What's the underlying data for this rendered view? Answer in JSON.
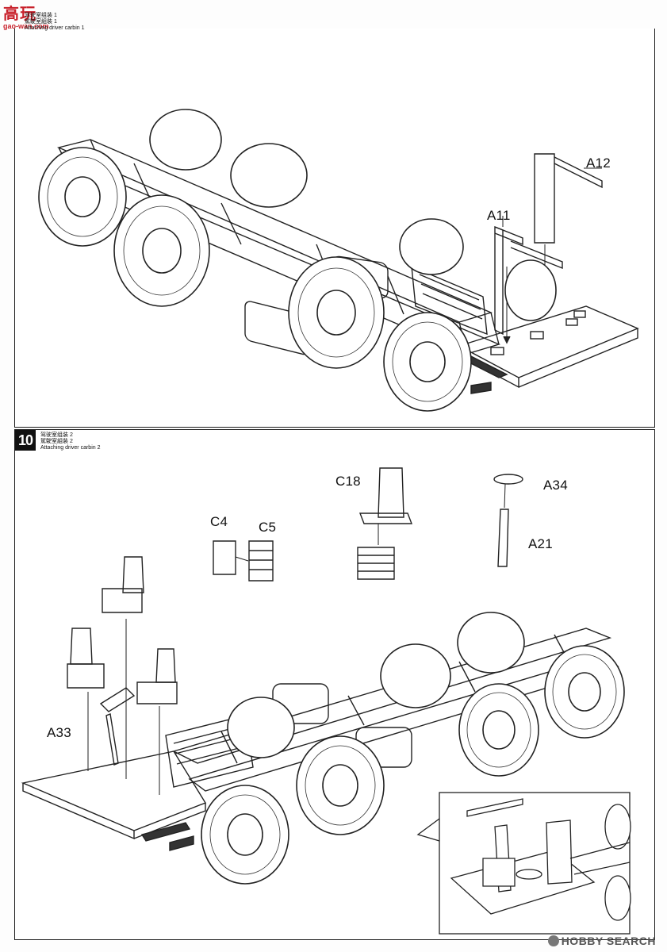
{
  "watermark": {
    "logo_text": "高玩",
    "site": "gao-wan.com"
  },
  "step9": {
    "title_cn1": "驾驶室组装 1",
    "title_cn2": "駕駛室組裝 1",
    "title_en": "Attaching driver carbin 1",
    "parts": [
      "A12",
      "A11"
    ]
  },
  "step10": {
    "number": "10",
    "title_cn1": "驾驶室组装 2",
    "title_cn2": "駕駛室組裝 2",
    "title_en": "Attaching driver carbin 2",
    "parts": [
      "C18",
      "A34",
      "C4",
      "C5",
      "A21",
      "A33"
    ]
  },
  "footer": {
    "brand": "HOBBY SEARCH"
  }
}
